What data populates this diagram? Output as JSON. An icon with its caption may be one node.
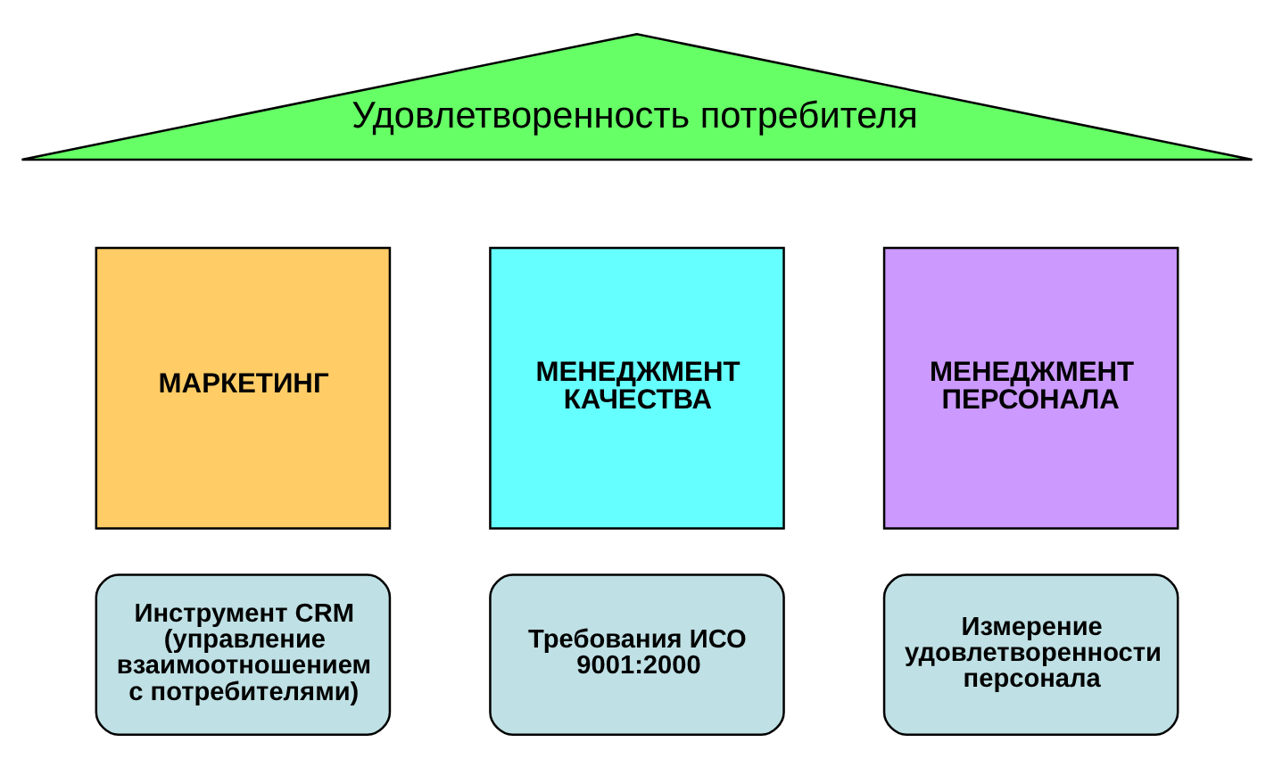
{
  "diagram": {
    "nodes": [
      {
        "text": [
          "Удовлетворенность потребителя"
        ]
      },
      {
        "text": [
          "МАРКЕТИНГ"
        ]
      },
      {
        "text": [
          "МЕНЕДЖМЕНТ КАЧЕСТВА"
        ]
      },
      {
        "text": [
          "МЕНЕДЖМЕНТ ПЕРСОНАЛА"
        ]
      },
      {
        "text": [
          "Инструмент CRM (управление взаимоотношением с потребителями)"
        ]
      },
      {
        "text": [
          "Требования ИСО 9001:2000"
        ]
      },
      {
        "text": [
          "Измерение удовлетворенности персонала"
        ]
      }
    ],
    "edges": []
  }
}
